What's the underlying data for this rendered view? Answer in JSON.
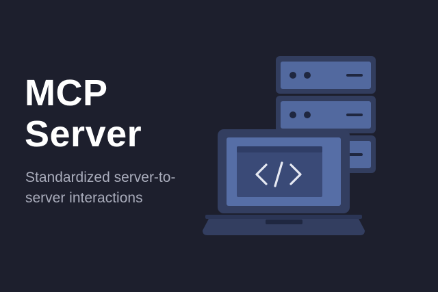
{
  "hero": {
    "title_line1": "MCP",
    "title_line2": "Server",
    "subtitle_line1": "Standardized server-to-",
    "subtitle_line2": "server interactions"
  },
  "illustration": {
    "icons": [
      "server-rack-icon",
      "laptop-icon",
      "code-brackets-icon"
    ],
    "code_glyph": "</>"
  },
  "colors": {
    "background": "#1d1f2d",
    "title": "#ffffff",
    "subtitle": "#a9acbb",
    "server_frame": "#323d5e",
    "server_face": "#52699f",
    "laptop_screen": "#566ea6",
    "laptop_body": "#333e60"
  }
}
